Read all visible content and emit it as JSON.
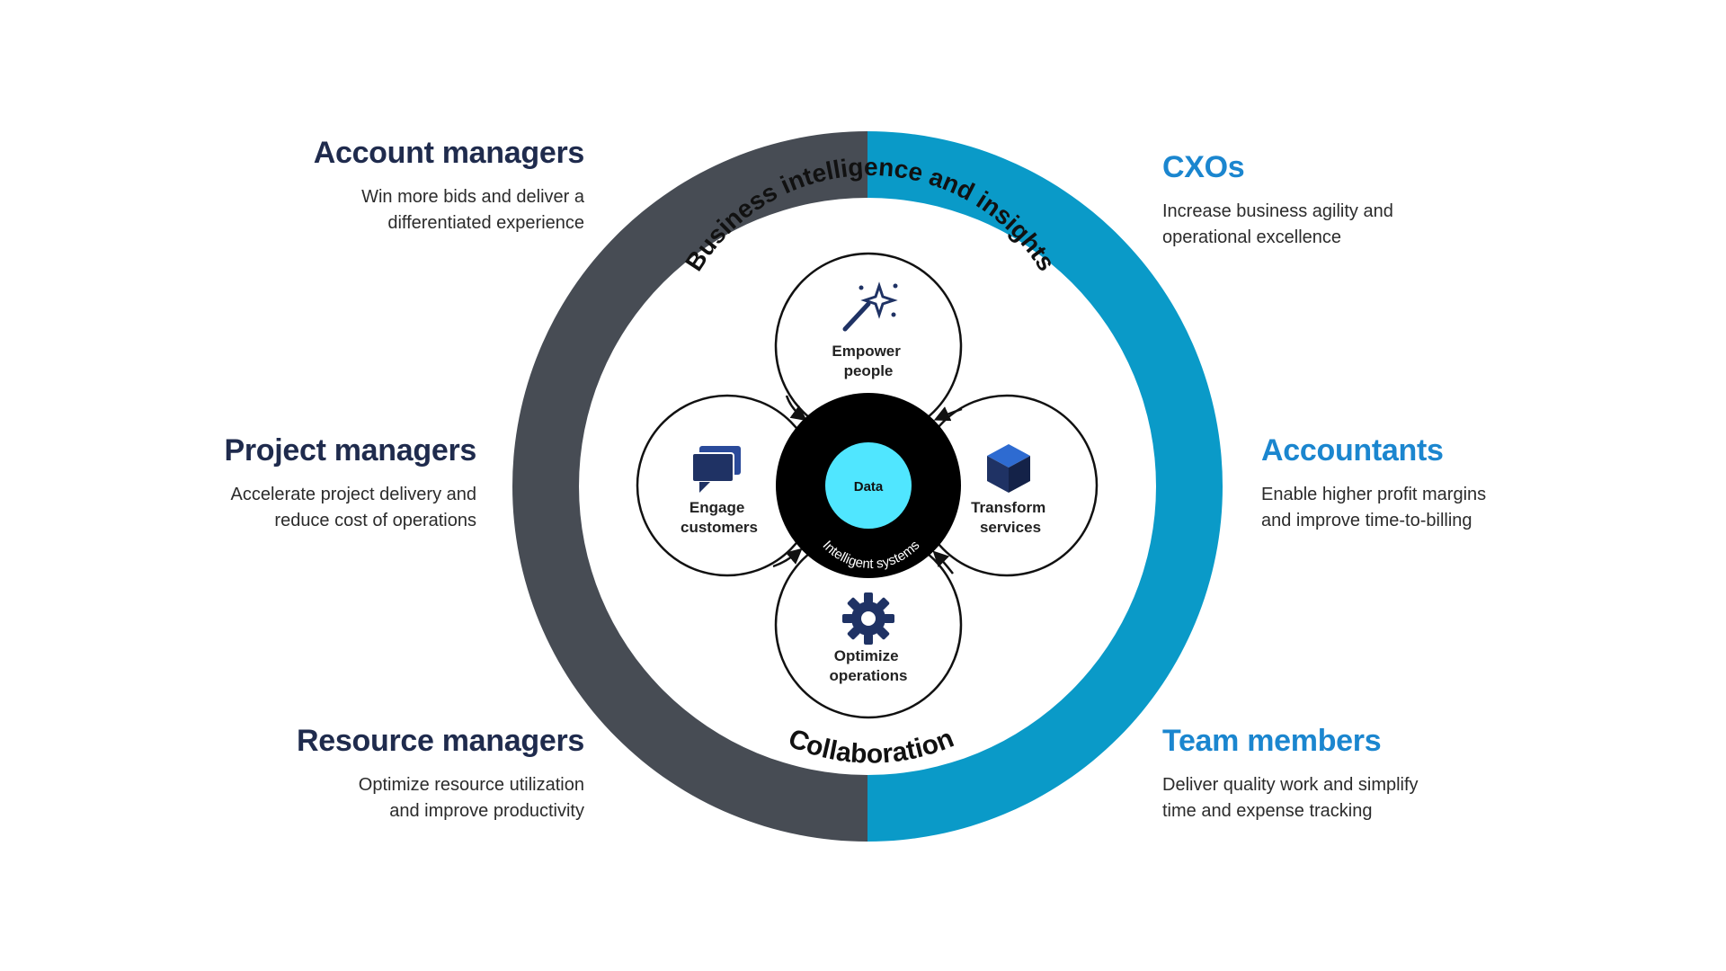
{
  "diagram": {
    "ring_label_top": "Business intelligence and insights",
    "ring_label_bottom": "Collaboration",
    "core_center": "Data",
    "core_ring": "Intelligent systems",
    "petals": {
      "top": "Empower people",
      "right": "Transform services",
      "bottom": "Optimize operations",
      "left": "Engage customers"
    },
    "icons": {
      "top": "magic-wand-icon",
      "right": "cube-icon",
      "bottom": "gear-icon",
      "left": "chat-bubbles-icon"
    },
    "colors": {
      "ring_left": "#474c54",
      "ring_right": "#0a9ac8",
      "core": "#000000",
      "data_dot": "#50e6ff",
      "icon": "#1f3264"
    }
  },
  "personas": {
    "account_managers": {
      "title": "Account managers",
      "desc_line1": "Win more bids and deliver a",
      "desc_line2": "differentiated experience"
    },
    "project_managers": {
      "title": "Project managers",
      "desc_line1": "Accelerate project delivery and",
      "desc_line2": "reduce cost of operations"
    },
    "resource_managers": {
      "title": "Resource managers",
      "desc_line1": "Optimize resource utilization",
      "desc_line2": "and improve productivity"
    },
    "cxos": {
      "title": "CXOs",
      "desc_line1": "Increase business agility and",
      "desc_line2": "operational excellence"
    },
    "accountants": {
      "title": "Accountants",
      "desc_line1": "Enable higher profit margins",
      "desc_line2": "and improve time-to-billing"
    },
    "team_members": {
      "title": "Team members",
      "desc_line1": "Deliver quality work and simplify",
      "desc_line2": "time and expense tracking"
    }
  }
}
